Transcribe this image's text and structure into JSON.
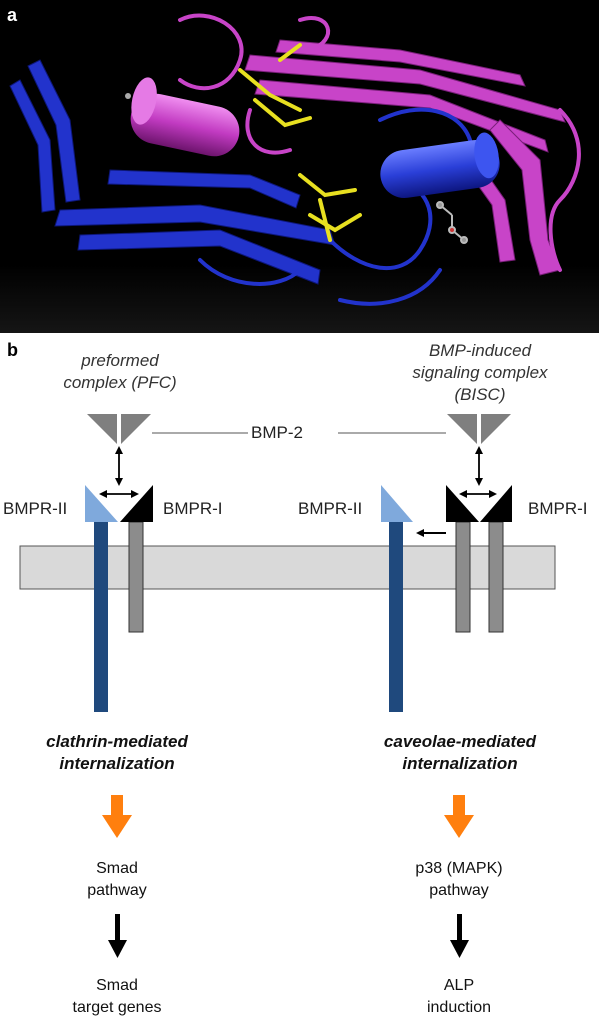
{
  "panel_a": {
    "letter": "a",
    "colors": {
      "background": "#000000",
      "chain1": "#2233cc",
      "chain2": "#cc44cc",
      "disulfide": "#e8e020"
    }
  },
  "panel_b": {
    "letter": "b",
    "left_complex_title": [
      "preformed",
      "complex (PFC)"
    ],
    "right_complex_title": [
      "BMP-induced",
      "signaling complex",
      "(BISC)"
    ],
    "ligand_label": "BMP-2",
    "left_receptor_ii": "BMPR-II",
    "left_receptor_i": "BMPR-I",
    "right_receptor_ii": "BMPR-II",
    "right_receptor_i": "BMPR-I",
    "left_pathway": {
      "internalization": [
        "clathrin-mediated",
        "internalization"
      ],
      "step1": [
        "Smad",
        "pathway"
      ],
      "step2": [
        "Smad",
        "target genes"
      ]
    },
    "right_pathway": {
      "internalization": [
        "caveolae-mediated",
        "internalization"
      ],
      "step1": [
        "p38 (MAPK)",
        "pathway"
      ],
      "step2": [
        "ALP",
        "induction"
      ]
    },
    "colors": {
      "ligand": "#7f7f7f",
      "bmpr_ii_head": "#7fa9dc",
      "bmpr_ii_stalk": "#1f497d",
      "bmpr_i_head": "#000000",
      "bmpr_i_stalk": "#8c8c8c",
      "membrane": "#d9d9d9",
      "orange_arrow": "#ff7f0e",
      "black_arrow": "#000000"
    }
  }
}
